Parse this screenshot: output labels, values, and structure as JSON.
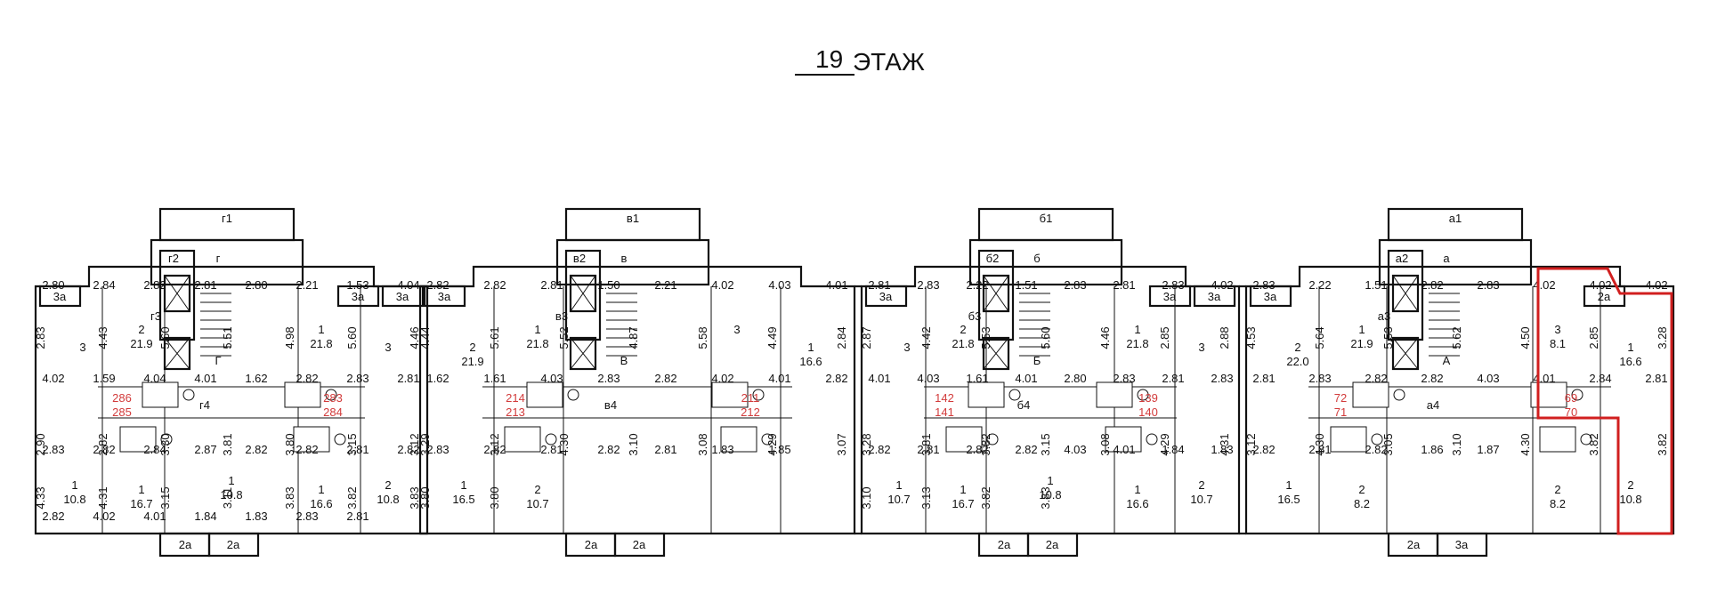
{
  "title": {
    "number": "19",
    "label": "ЭТАЖ"
  },
  "highlight_color": "#d11f1f",
  "note_color": "#d23b3b",
  "sections": [
    {
      "stair_label": "г1",
      "lift_labels": [
        "г2",
        "г",
        "г3",
        "Г",
        "г4"
      ],
      "balconies": [
        "3а",
        "3а",
        "3а",
        "2а",
        "2а"
      ],
      "rooms": [
        {
          "n": "3",
          "a": ""
        },
        {
          "n": "2",
          "a": "21.9"
        },
        {
          "n": "1",
          "a": "21.8"
        },
        {
          "n": "3",
          "a": ""
        },
        {
          "n": "1",
          "a": "10.8"
        },
        {
          "n": "1",
          "a": "16.7"
        },
        {
          "n": "1",
          "a": "16.6"
        },
        {
          "n": "2",
          "a": "10.8"
        },
        {
          "n": "1",
          "a": "10.8"
        }
      ],
      "dims": [
        "2.80",
        "2.84",
        "2.82",
        "2.81",
        "2.80",
        "2.21",
        "1.53",
        "4.04",
        "4.02",
        "1.59",
        "4.04",
        "4.01",
        "1.62",
        "2.82",
        "2.83",
        "2.81",
        "2.83",
        "2.82",
        "2.84",
        "2.87",
        "2.82",
        "2.82",
        "2.81",
        "2.82",
        "2.82",
        "4.02",
        "4.01",
        "1.84",
        "1.83",
        "2.83",
        "2.81"
      ],
      "vdims": [
        "2.83",
        "4.43",
        "5.60",
        "5.51",
        "4.98",
        "5.60",
        "4.46",
        "2.90",
        "2.82",
        "3.30",
        "3.81",
        "3.80",
        "3.15",
        "3.12",
        "4.33",
        "4.31",
        "3.15",
        "3.11",
        "3.83",
        "3.82",
        "3.83"
      ],
      "notes": [
        "286",
        "285",
        "283",
        "284"
      ]
    },
    {
      "stair_label": "в1",
      "lift_labels": [
        "в2",
        "в",
        "в3",
        "В",
        "в4"
      ],
      "balconies": [
        "3а",
        "2а",
        "2а"
      ],
      "rooms": [
        {
          "n": "2",
          "a": "21.9"
        },
        {
          "n": "1",
          "a": "21.8"
        },
        {
          "n": "3",
          "a": ""
        },
        {
          "n": "1",
          "a": "16.6"
        },
        {
          "n": "1",
          "a": "16.5"
        },
        {
          "n": "2",
          "a": "10.7"
        }
      ],
      "dims": [
        "2.82",
        "2.82",
        "2.81",
        "1.50",
        "2.21",
        "4.02",
        "4.03",
        "4.01",
        "1.62",
        "1.61",
        "4.03",
        "2.83",
        "2.82",
        "4.02",
        "4.01",
        "2.82",
        "2.83",
        "2.82",
        "2.81",
        "2.82",
        "2.81",
        "1.83",
        "1.85"
      ],
      "vdims": [
        "4.44",
        "5.61",
        "5.52",
        "4.87",
        "5.58",
        "4.49",
        "2.84",
        "3.29",
        "3.12",
        "4.30",
        "3.10",
        "3.08",
        "4.29",
        "3.07",
        "3.80",
        "3.80"
      ],
      "notes": [
        "214",
        "213",
        "211",
        "212"
      ]
    },
    {
      "stair_label": "б1",
      "lift_labels": [
        "б2",
        "б",
        "б3",
        "Б",
        "б4"
      ],
      "balconies": [
        "3а",
        "3а",
        "3а",
        "2а",
        "2а"
      ],
      "rooms": [
        {
          "n": "3",
          "a": ""
        },
        {
          "n": "2",
          "a": "21.8"
        },
        {
          "n": "1",
          "a": "21.8"
        },
        {
          "n": "3",
          "a": ""
        },
        {
          "n": "1",
          "a": "10.7"
        },
        {
          "n": "1",
          "a": "16.7"
        },
        {
          "n": "1",
          "a": "16.6"
        },
        {
          "n": "2",
          "a": "10.7"
        },
        {
          "n": "1",
          "a": "10.8"
        }
      ],
      "dims": [
        "2.81",
        "2.83",
        "2.22",
        "1.51",
        "2.83",
        "2.81",
        "2.83",
        "4.02",
        "4.01",
        "4.03",
        "1.61",
        "4.01",
        "2.80",
        "2.83",
        "2.81",
        "2.83",
        "2.82",
        "2.81",
        "2.82",
        "2.82",
        "4.03",
        "4.01",
        "1.84",
        "1.83"
      ],
      "vdims": [
        "2.87",
        "4.42",
        "5.53",
        "5.60",
        "4.46",
        "2.85",
        "2.88",
        "3.28",
        "3.81",
        "3.82",
        "3.15",
        "3.08",
        "4.29",
        "4.31",
        "3.10",
        "3.13",
        "3.82",
        "3.83"
      ],
      "notes": [
        "142",
        "141",
        "139",
        "140"
      ]
    },
    {
      "stair_label": "а1",
      "lift_labels": [
        "а2",
        "а",
        "а3",
        "А",
        "а4"
      ],
      "balconies": [
        "3а",
        "2а",
        "2а",
        "3а"
      ],
      "rooms": [
        {
          "n": "2",
          "a": "22.0"
        },
        {
          "n": "1",
          "a": "21.9"
        },
        {
          "n": "3",
          "a": "8.1"
        },
        {
          "n": "1",
          "a": "16.6"
        },
        {
          "n": "1",
          "a": "16.5"
        },
        {
          "n": "2",
          "a": "8.2"
        },
        {
          "n": "2",
          "a": "8.2"
        },
        {
          "n": "2",
          "a": "10.8"
        }
      ],
      "dims": [
        "2.83",
        "2.22",
        "1.51",
        "2.82",
        "2.83",
        "4.02",
        "4.02",
        "4.02",
        "2.81",
        "2.83",
        "2.82",
        "2.82",
        "4.03",
        "4.01",
        "2.84",
        "2.81",
        "2.82",
        "2.81",
        "2.82",
        "1.86",
        "1.87"
      ],
      "vdims": [
        "4.53",
        "5.64",
        "5.53",
        "5.62",
        "4.50",
        "2.85",
        "3.28",
        "3.12",
        "4.30",
        "3.05",
        "3.10",
        "4.30",
        "3.82",
        "3.82"
      ],
      "notes": [
        "72",
        "71",
        "69",
        "70"
      ]
    }
  ]
}
